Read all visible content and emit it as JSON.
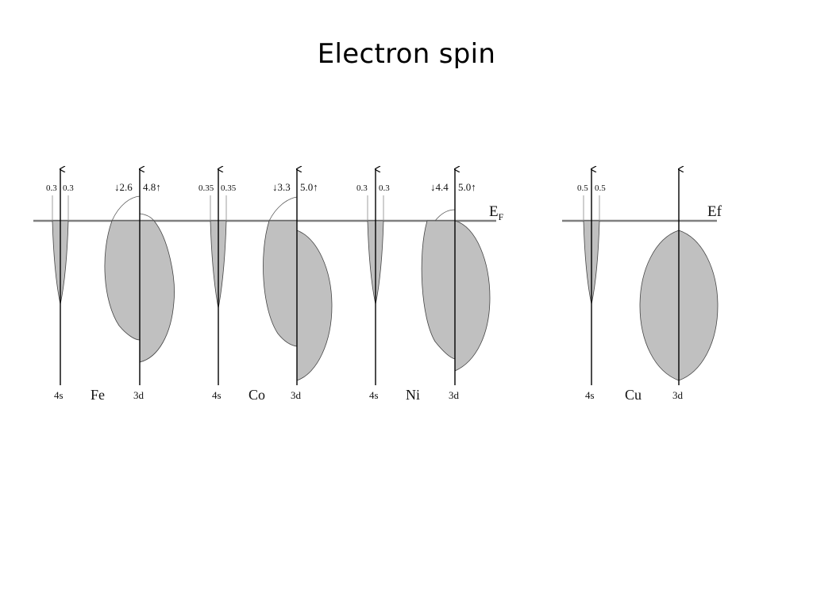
{
  "title": "Electron spin",
  "fermi_labels": {
    "left": "E",
    "left_sub": "F",
    "right": "Ef"
  },
  "panels": [
    {
      "element": "Fe",
      "orb_s": "4s",
      "orb_d": "3d",
      "s_left": "0.3",
      "s_right": "0.3",
      "d_down": "↓2.6",
      "d_up": "4.8↑"
    },
    {
      "element": "Co",
      "orb_s": "4s",
      "orb_d": "3d",
      "s_left": "0.35",
      "s_right": "0.35",
      "d_down": "↓3.3",
      "d_up": "5.0↑"
    },
    {
      "element": "Ni",
      "orb_s": "4s",
      "orb_d": "3d",
      "s_left": "0.3",
      "s_right": "0.3",
      "d_down": "↓4.4",
      "d_up": "5.0↑"
    },
    {
      "element": "Cu",
      "orb_s": "4s",
      "orb_d": "3d",
      "s_left": "0.5",
      "s_right": "0.5",
      "d_down": "",
      "d_up": ""
    }
  ],
  "colors": {
    "fill": "#c0c0c0",
    "fermi_line": "#808080",
    "axis": "#000000"
  }
}
